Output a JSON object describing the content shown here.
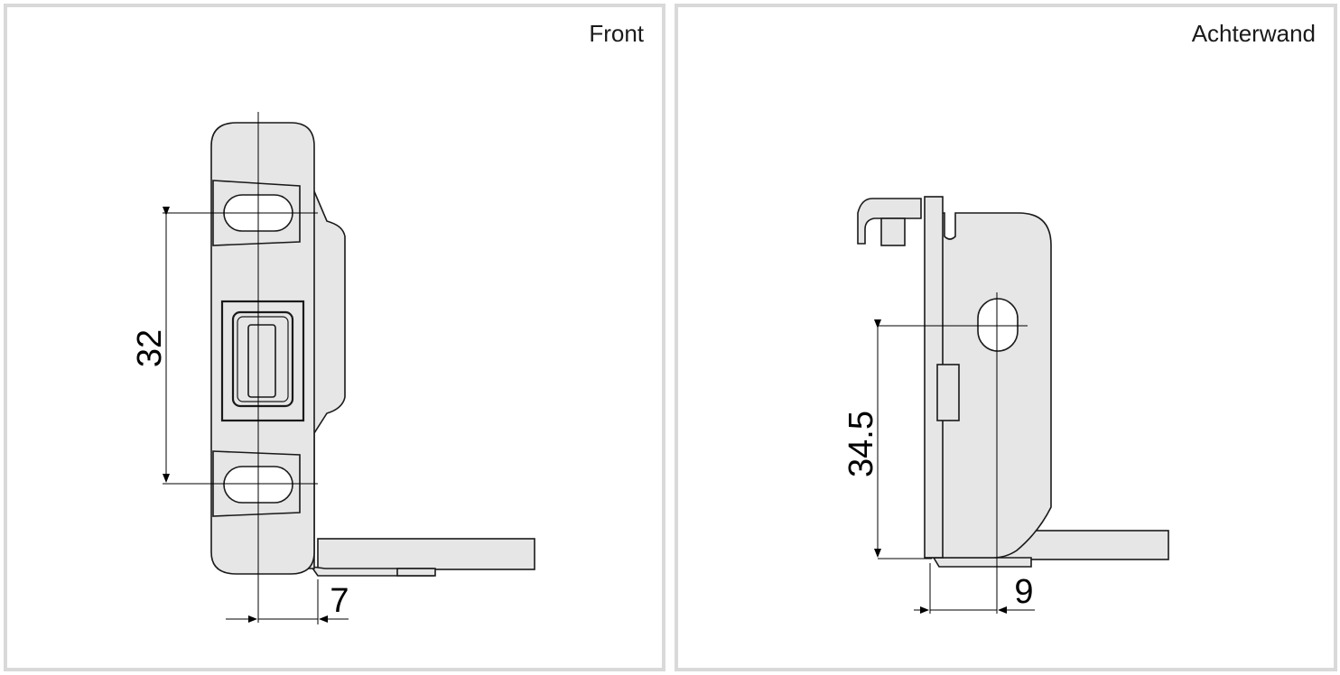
{
  "panels": [
    {
      "title": "Front",
      "dimensions": {
        "vertical": "32",
        "horizontal": "7"
      }
    },
    {
      "title": "Achterwand",
      "dimensions": {
        "vertical": "34.5",
        "horizontal": "9"
      }
    }
  ],
  "colors": {
    "part_fill": "#e6e6e6",
    "outline": "#1a1a1a",
    "dim_line": "#000000",
    "border": "#d9d9d9"
  }
}
